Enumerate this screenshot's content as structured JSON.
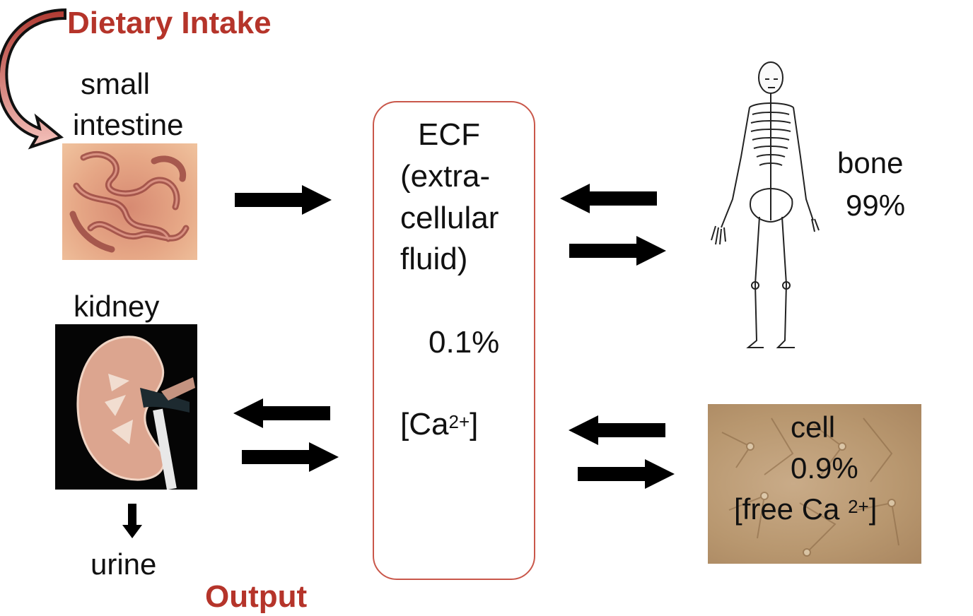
{
  "labels": {
    "dietary_intake": "Dietary Intake",
    "small": "small",
    "intestine": "intestine",
    "kidney": "kidney",
    "urine": "urine",
    "output": "Output",
    "bone": "bone",
    "bone_pct": "99%",
    "cell": "cell",
    "cell_pct": "0.9%",
    "free_ca": "[free Ca",
    "free_ca_sup": "2+",
    "free_ca_end": "]"
  },
  "ecf": {
    "line1": "ECF",
    "line2": "(extra-",
    "line3": "cellular",
    "line4": "fluid)",
    "pct": "0.1%",
    "ca": "[Ca",
    "ca_sup": "2+",
    "ca_end": "]"
  },
  "colors": {
    "accent_red": "#b5342a",
    "box_border": "#c9574a",
    "arrow": "#000000"
  }
}
